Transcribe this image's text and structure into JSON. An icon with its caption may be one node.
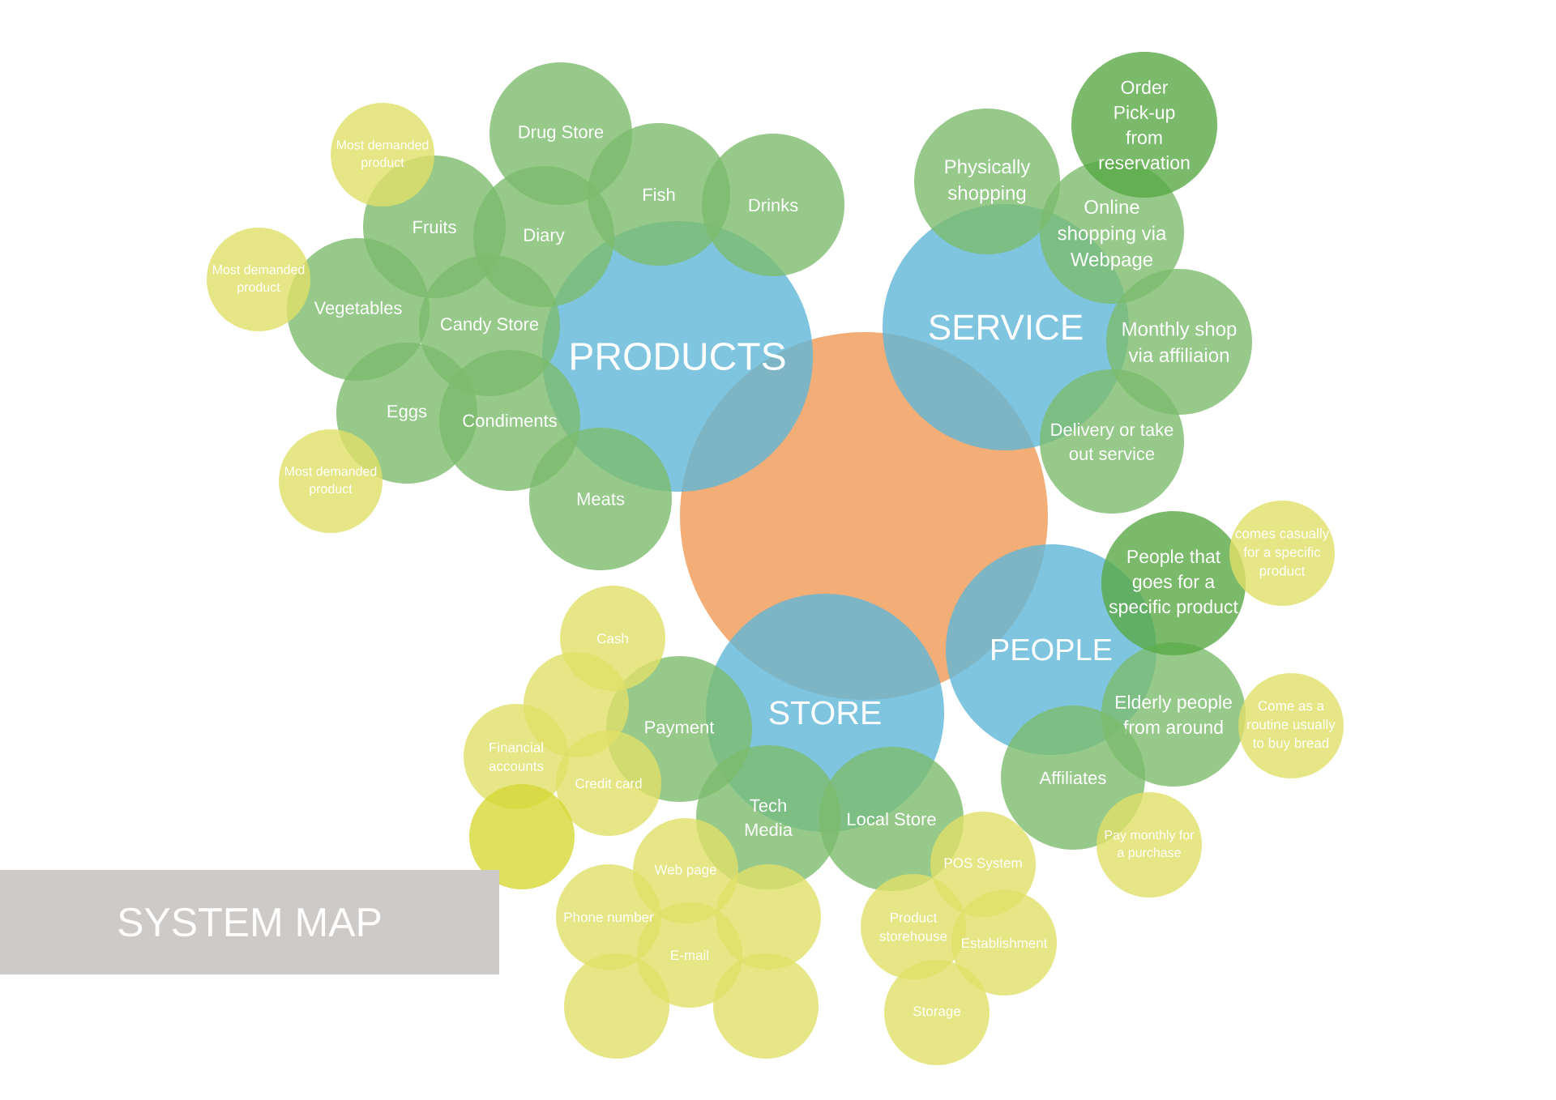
{
  "diagram": {
    "title": "SYSTEM MAP",
    "nodes": [
      {
        "text": [],
        "shape": "circle"
      },
      {
        "text": [
          "PRODUCTS"
        ]
      },
      {
        "text": [
          "SERVICE"
        ]
      },
      {
        "text": [
          "PEOPLE"
        ]
      },
      {
        "text": [
          "STORE"
        ]
      },
      {
        "text": [
          "Drug Store"
        ]
      },
      {
        "text": [
          "Most demanded product"
        ]
      },
      {
        "text": [
          "Fruits"
        ]
      },
      {
        "text": [
          "Diary"
        ]
      },
      {
        "text": [
          "Fish"
        ]
      },
      {
        "text": [
          "Drinks"
        ]
      },
      {
        "text": [
          "Most demanded product"
        ]
      },
      {
        "text": [
          "Vegetables"
        ]
      },
      {
        "text": [
          "Candy Store"
        ]
      },
      {
        "text": [
          "Eggs"
        ]
      },
      {
        "text": [
          "Condiments"
        ]
      },
      {
        "text": [
          "Meats"
        ]
      },
      {
        "text": [
          "Most demanded product"
        ]
      },
      {
        "text": [
          "Order Pick-up from reservation"
        ]
      },
      {
        "text": [
          "Physically shopping"
        ]
      },
      {
        "text": [
          "Online shopping via Webpage"
        ]
      },
      {
        "text": [
          "Monthly shop via affiliaion"
        ]
      },
      {
        "text": [
          "Delivery or take out service"
        ]
      },
      {
        "text": [
          "People that goes for a specific product"
        ]
      },
      {
        "text": [
          "comes casually for a specific product"
        ]
      },
      {
        "text": [
          "Elderly people from around"
        ]
      },
      {
        "text": [
          "Come as a routine usually to buy bread"
        ]
      },
      {
        "text": [
          "Affiliates"
        ]
      },
      {
        "text": [
          "Pay monthly for a purchase"
        ]
      },
      {
        "text": [
          "Payment"
        ]
      },
      {
        "text": [
          "Cash"
        ]
      },
      {
        "text": [],
        "shape": "circle"
      },
      {
        "text": [
          "Financial accounts"
        ]
      },
      {
        "text": [
          "Credit card"
        ]
      },
      {
        "text": [],
        "shape": "circle"
      },
      {
        "text": [
          "Tech Media"
        ]
      },
      {
        "text": [
          "Local Store"
        ]
      },
      {
        "text": [
          "Web page"
        ]
      },
      {
        "text": [
          "Phone number"
        ]
      },
      {
        "text": [],
        "shape": "circle"
      },
      {
        "text": [
          "E-mail"
        ]
      },
      {
        "text": [],
        "shape": "circle"
      },
      {
        "text": [],
        "shape": "circle"
      },
      {
        "text": [
          "POS System"
        ]
      },
      {
        "text": [
          "Product storehouse"
        ]
      },
      {
        "text": [
          "Establishment"
        ]
      },
      {
        "text": [
          "Storage"
        ]
      }
    ]
  }
}
